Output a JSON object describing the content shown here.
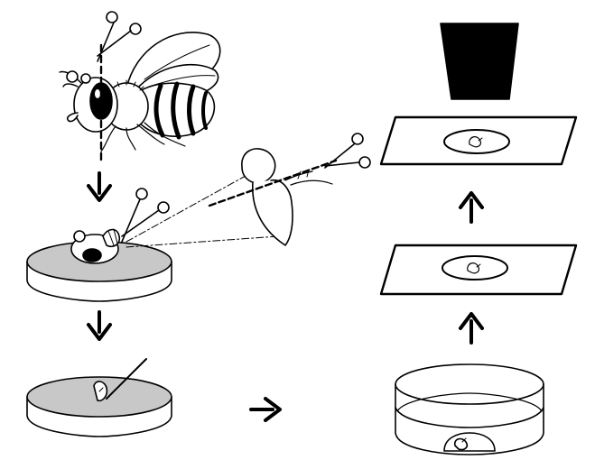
{
  "diagram": {
    "steps": [
      {
        "id": "bee",
        "description_icon": "bee-with-scissors"
      },
      {
        "id": "head-on-dish",
        "description_icon": "petri-dish-with-head"
      },
      {
        "id": "tissue-on-dish",
        "description_icon": "petri-dish-with-tissue"
      },
      {
        "id": "dish-with-lid",
        "description_icon": "petri-dish-with-lid"
      },
      {
        "id": "slide-1",
        "description_icon": "microscope-slide"
      },
      {
        "id": "slide-2",
        "description_icon": "microscope-slide-under-objective"
      }
    ],
    "arrows": [
      "down",
      "down",
      "right",
      "up",
      "up"
    ],
    "colors": {
      "stroke": "#000000",
      "dish_fill": "#c8c8c8",
      "background": "#ffffff",
      "objective": "#000000"
    }
  }
}
